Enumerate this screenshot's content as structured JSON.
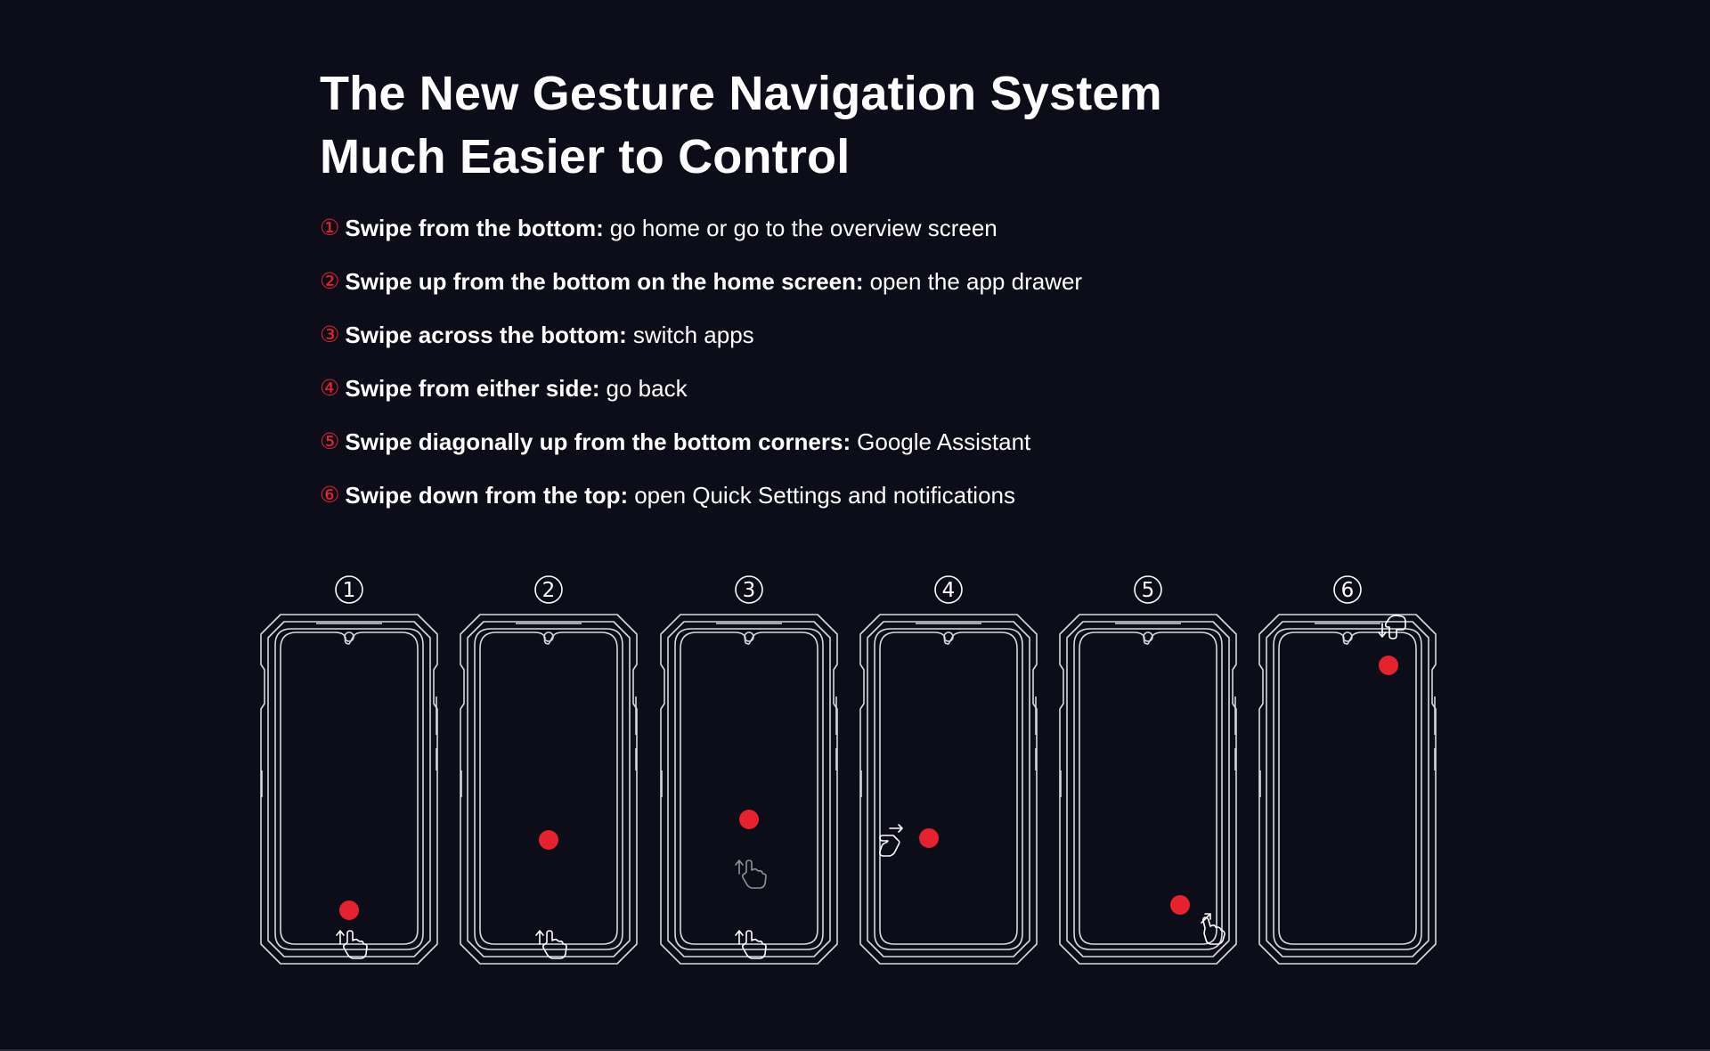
{
  "title": {
    "line1": "The New Gesture Navigation System",
    "line2": "Much Easier to Control"
  },
  "features": [
    {
      "num": "①",
      "label": "Swipe from the bottom:",
      "desc": "go home or go to the overview screen"
    },
    {
      "num": "②",
      "label": "Swipe up from the bottom on the home screen:",
      "desc": "open the app drawer"
    },
    {
      "num": "③",
      "label": "Swipe across the bottom:",
      "desc": "switch apps"
    },
    {
      "num": "④",
      "label": "Swipe from either side:",
      "desc": "go back"
    },
    {
      "num": "⑤",
      "label": "Swipe diagonally up from the bottom corners:",
      "desc": "Google Assistant"
    },
    {
      "num": "⑥",
      "label": "Swipe down from the top:",
      "desc": "open Quick Settings and notifications"
    }
  ],
  "phones": [
    {
      "number": "1",
      "gesture": "swipe-up-icon"
    },
    {
      "number": "2",
      "gesture": "swipe-up-icon"
    },
    {
      "number": "3",
      "gesture": "swipe-up-icon"
    },
    {
      "number": "4",
      "gesture": "swipe-side-icon"
    },
    {
      "number": "5",
      "gesture": "swipe-diagonal-icon"
    },
    {
      "number": "6",
      "gesture": "swipe-down-icon"
    }
  ],
  "colors": {
    "background": "#0c0d18",
    "accent": "#e5222e",
    "outline": "#d8d8de"
  }
}
